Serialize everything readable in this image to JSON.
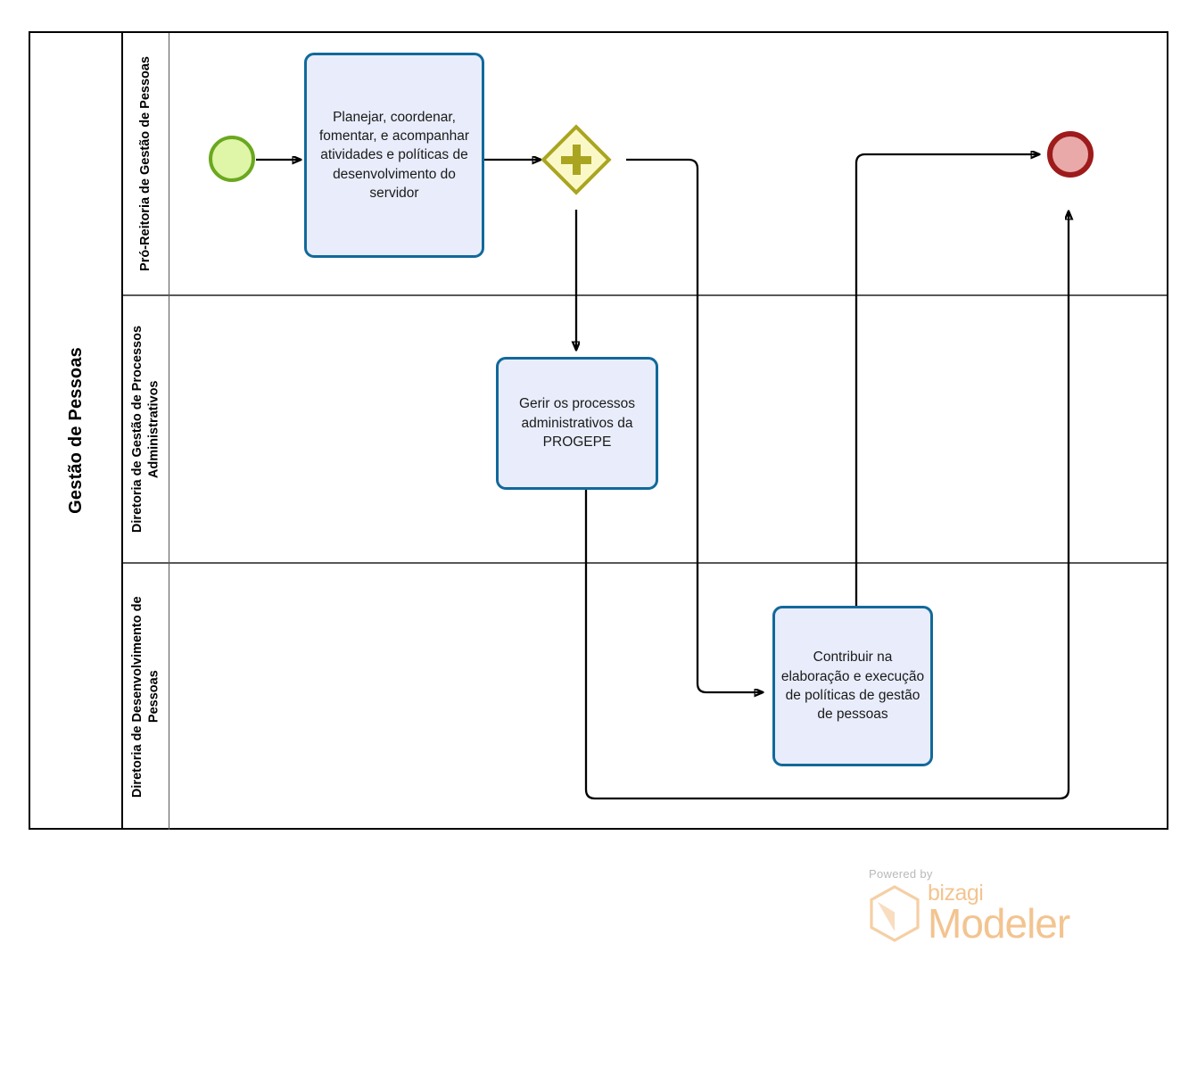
{
  "pool": {
    "title": "Gestão de Pessoas"
  },
  "lanes": [
    {
      "id": "lane-pro-reitoria",
      "label": "Pró-Reitoria de Gestão de Pessoas"
    },
    {
      "id": "lane-gestao-processos",
      "label": "Diretoria de Gestão de Processos Administrativos"
    },
    {
      "id": "lane-desenvolvimento",
      "label": "Diretoria de Desenvolvimento de Pessoas"
    }
  ],
  "nodes": {
    "start_event": {
      "type": "start-event",
      "label": ""
    },
    "task_1": {
      "type": "task",
      "label": "Planejar, coordenar, fomentar, e acompanhar atividades e políticas de desenvolvimento do servidor"
    },
    "gateway_1": {
      "type": "parallel-gateway",
      "label": "",
      "symbol": "+"
    },
    "task_2": {
      "type": "task",
      "label": "Gerir os processos administrativos da PROGEPE"
    },
    "task_3": {
      "type": "task",
      "label": "Contribuir na elaboração e execução de políticas de gestão de pessoas"
    },
    "end_event": {
      "type": "end-event",
      "label": ""
    }
  },
  "colors": {
    "start_fill": "#dff5a8",
    "start_stroke": "#6aa81f",
    "end_fill": "#e9a9a9",
    "end_stroke": "#9e1b1b",
    "gateway_fill": "#fbf8c8",
    "gateway_stroke": "#a9a520",
    "task_fill": "#e9edfb",
    "task_stroke": "#11699b",
    "pool_stroke": "#000000",
    "lane_stroke": "#58585a",
    "flow_stroke": "#000000",
    "watermark": "#f3c490"
  },
  "watermark": {
    "powered_by": "Powered by",
    "brand": "bizagi",
    "product": "Modeler"
  }
}
